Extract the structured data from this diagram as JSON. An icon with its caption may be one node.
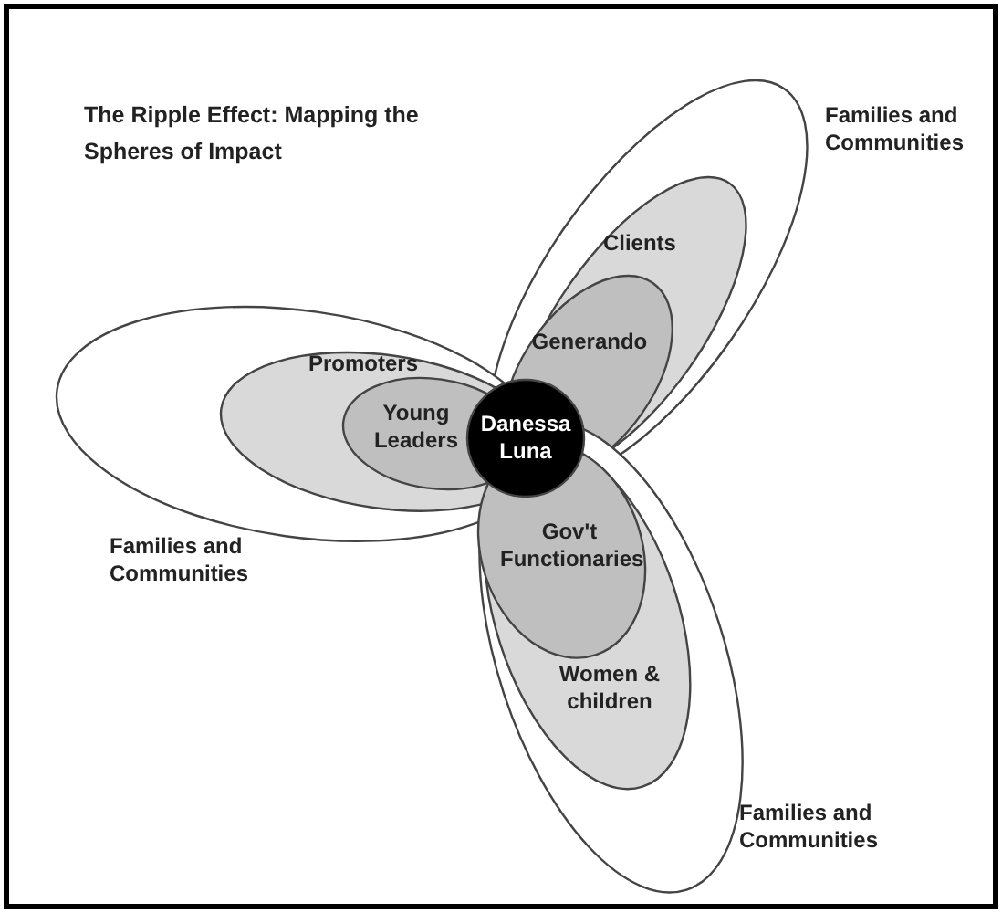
{
  "diagram": {
    "title": "The Ripple Effect: Mapping the Spheres of Impact",
    "nodes": [
      {
        "text": [
          "Danessa Luna"
        ]
      },
      {
        "text": [
          "Families and Communities"
        ]
      },
      {
        "text": [
          "Clients"
        ],
        "in": 1
      },
      {
        "text": [
          "Generando"
        ],
        "in": 2
      },
      {
        "text": [
          "Families and Communities"
        ]
      },
      {
        "text": [
          "Promoters"
        ],
        "in": 4
      },
      {
        "text": [
          "Young Leaders"
        ],
        "in": 5
      },
      {
        "text": [
          "Families and Communities"
        ]
      },
      {
        "text": [
          "Women & children"
        ],
        "in": 7
      },
      {
        "text": [
          "Gov't Functionaries"
        ],
        "in": 8
      }
    ]
  }
}
